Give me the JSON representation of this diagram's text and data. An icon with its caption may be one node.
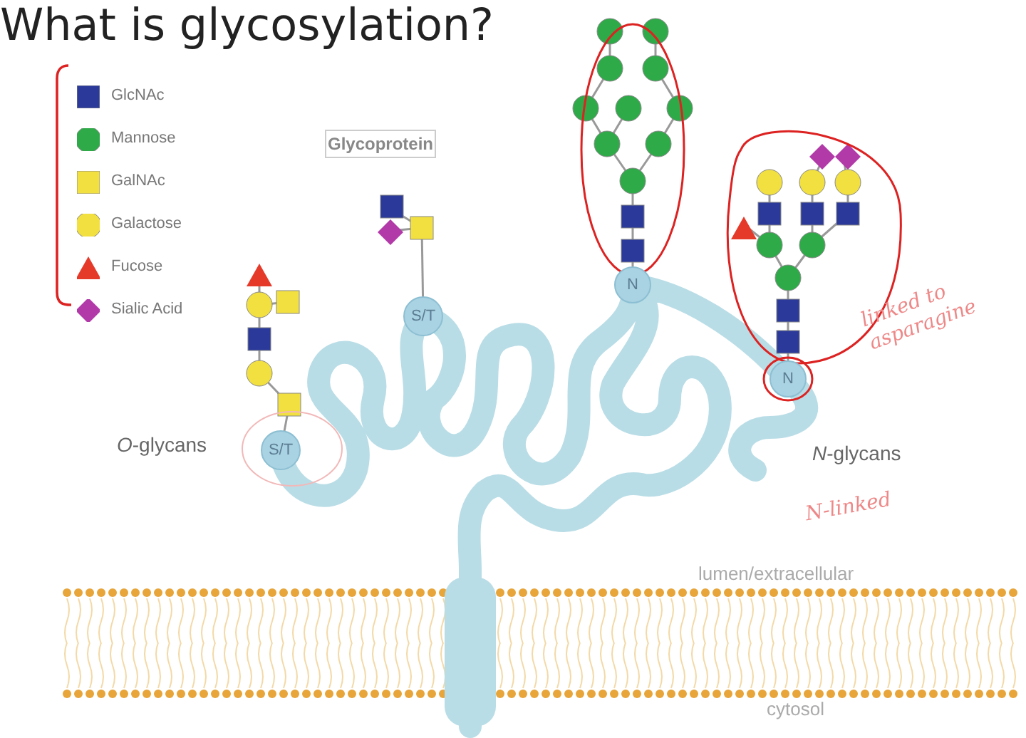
{
  "diagram": {
    "title": "What is glycosylation?",
    "nodes": [
      {
        "text": [
          "Glycoprotein"
        ]
      },
      {
        "text": [
          "S/T"
        ]
      },
      {
        "text": [
          "N"
        ]
      },
      {
        "text": [
          "N"
        ]
      },
      {
        "text": [
          "S/T"
        ]
      }
    ],
    "edges": [],
    "labels": [
      "*O*-glycans",
      "*N*-glycans",
      "linked to asparagine",
      "N-linked",
      "lumen/extracellular",
      "cytosol"
    ],
    "legend": [
      {
        "text": "GlcNAc",
        "color": "#2b3a9a"
      },
      {
        "text": "Mannose",
        "color": "#2eaa48"
      },
      {
        "text": "GalNAc",
        "color": "#f2e040"
      },
      {
        "text": "Galactose",
        "color": "#f2e040"
      },
      {
        "text": "Fucose",
        "color": "#e53a2a"
      },
      {
        "text": "Sialic Acid",
        "color": "#b23aa8"
      }
    ]
  }
}
